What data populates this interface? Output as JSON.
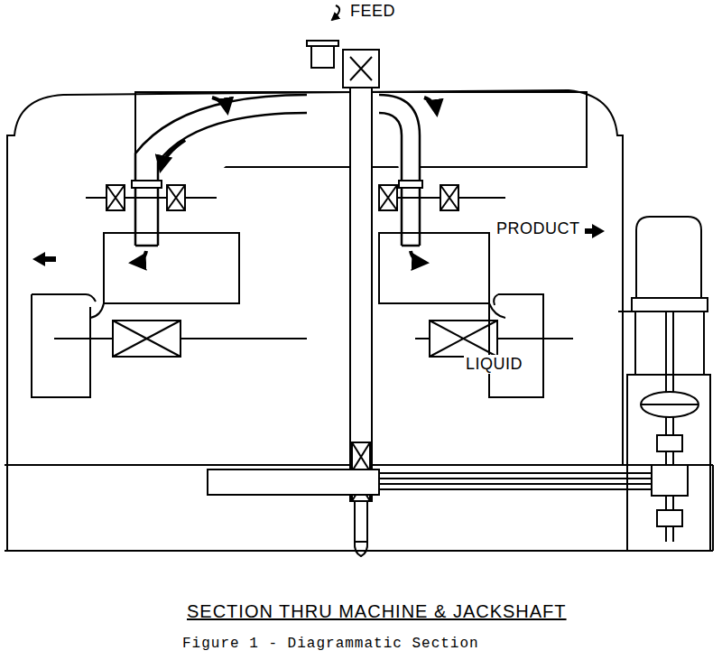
{
  "diagram": {
    "title": "SECTION THRU MACHINE & JACKSHAFT",
    "caption": "Figure 1 - Diagrammatic Section",
    "labels": [
      "FEED",
      "PRODUCT",
      "LIQUID"
    ]
  }
}
